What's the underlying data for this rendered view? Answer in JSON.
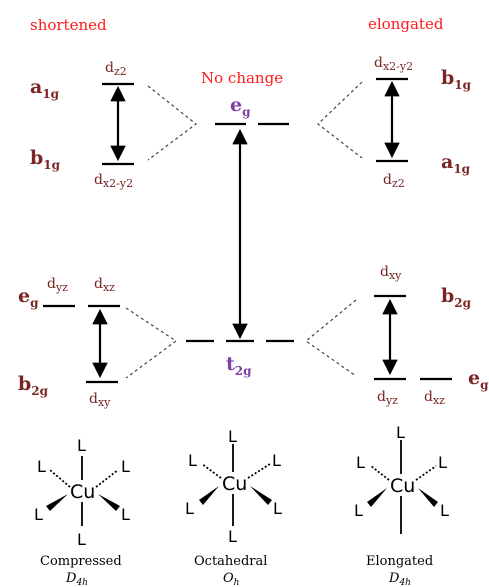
{
  "headers": {
    "shortened": "shortened",
    "elongated": "elongated",
    "no_change": "No change"
  },
  "levels": {
    "eg_center": {
      "main": "e",
      "sub": "g"
    },
    "t2g_center": {
      "main": "t",
      "sub": "2g"
    },
    "left_upper": {
      "a1g": {
        "main": "a",
        "sub": "1g"
      },
      "dz2": {
        "main": "d",
        "sub": "z2"
      },
      "b1g": {
        "main": "b",
        "sub": "1g"
      },
      "dx2y2": {
        "main": "d",
        "sub": "x2-y2"
      }
    },
    "right_upper": {
      "b1g": {
        "main": "b",
        "sub": "1g"
      },
      "dx2y2": {
        "main": "d",
        "sub": "x2-y2"
      },
      "a1g": {
        "main": "a",
        "sub": "1g"
      },
      "dz2": {
        "main": "d",
        "sub": "z2"
      }
    },
    "left_lower": {
      "eg": {
        "main": "e",
        "sub": "g"
      },
      "dyz": {
        "main": "d",
        "sub": "yz"
      },
      "dxz": {
        "main": "d",
        "sub": "xz"
      },
      "b2g": {
        "main": "b",
        "sub": "2g"
      },
      "dxy": {
        "main": "d",
        "sub": "xy"
      }
    },
    "right_lower": {
      "b2g": {
        "main": "b",
        "sub": "2g"
      },
      "dxy": {
        "main": "d",
        "sub": "xy"
      },
      "eg": {
        "main": "e",
        "sub": "g"
      },
      "dyz": {
        "main": "d",
        "sub": "yz"
      },
      "dxz": {
        "main": "d",
        "sub": "xz"
      }
    }
  },
  "complexes": {
    "metal": "Cu",
    "ligand": "L",
    "compressed": {
      "name": "Compressed",
      "group_main": "D",
      "group_sub": "4h"
    },
    "octahedral": {
      "name": "Octahedral",
      "group_main": "O",
      "group_sub": "h"
    },
    "elongated": {
      "name": "Elongated",
      "group_main": "D",
      "group_sub": "4h"
    }
  }
}
